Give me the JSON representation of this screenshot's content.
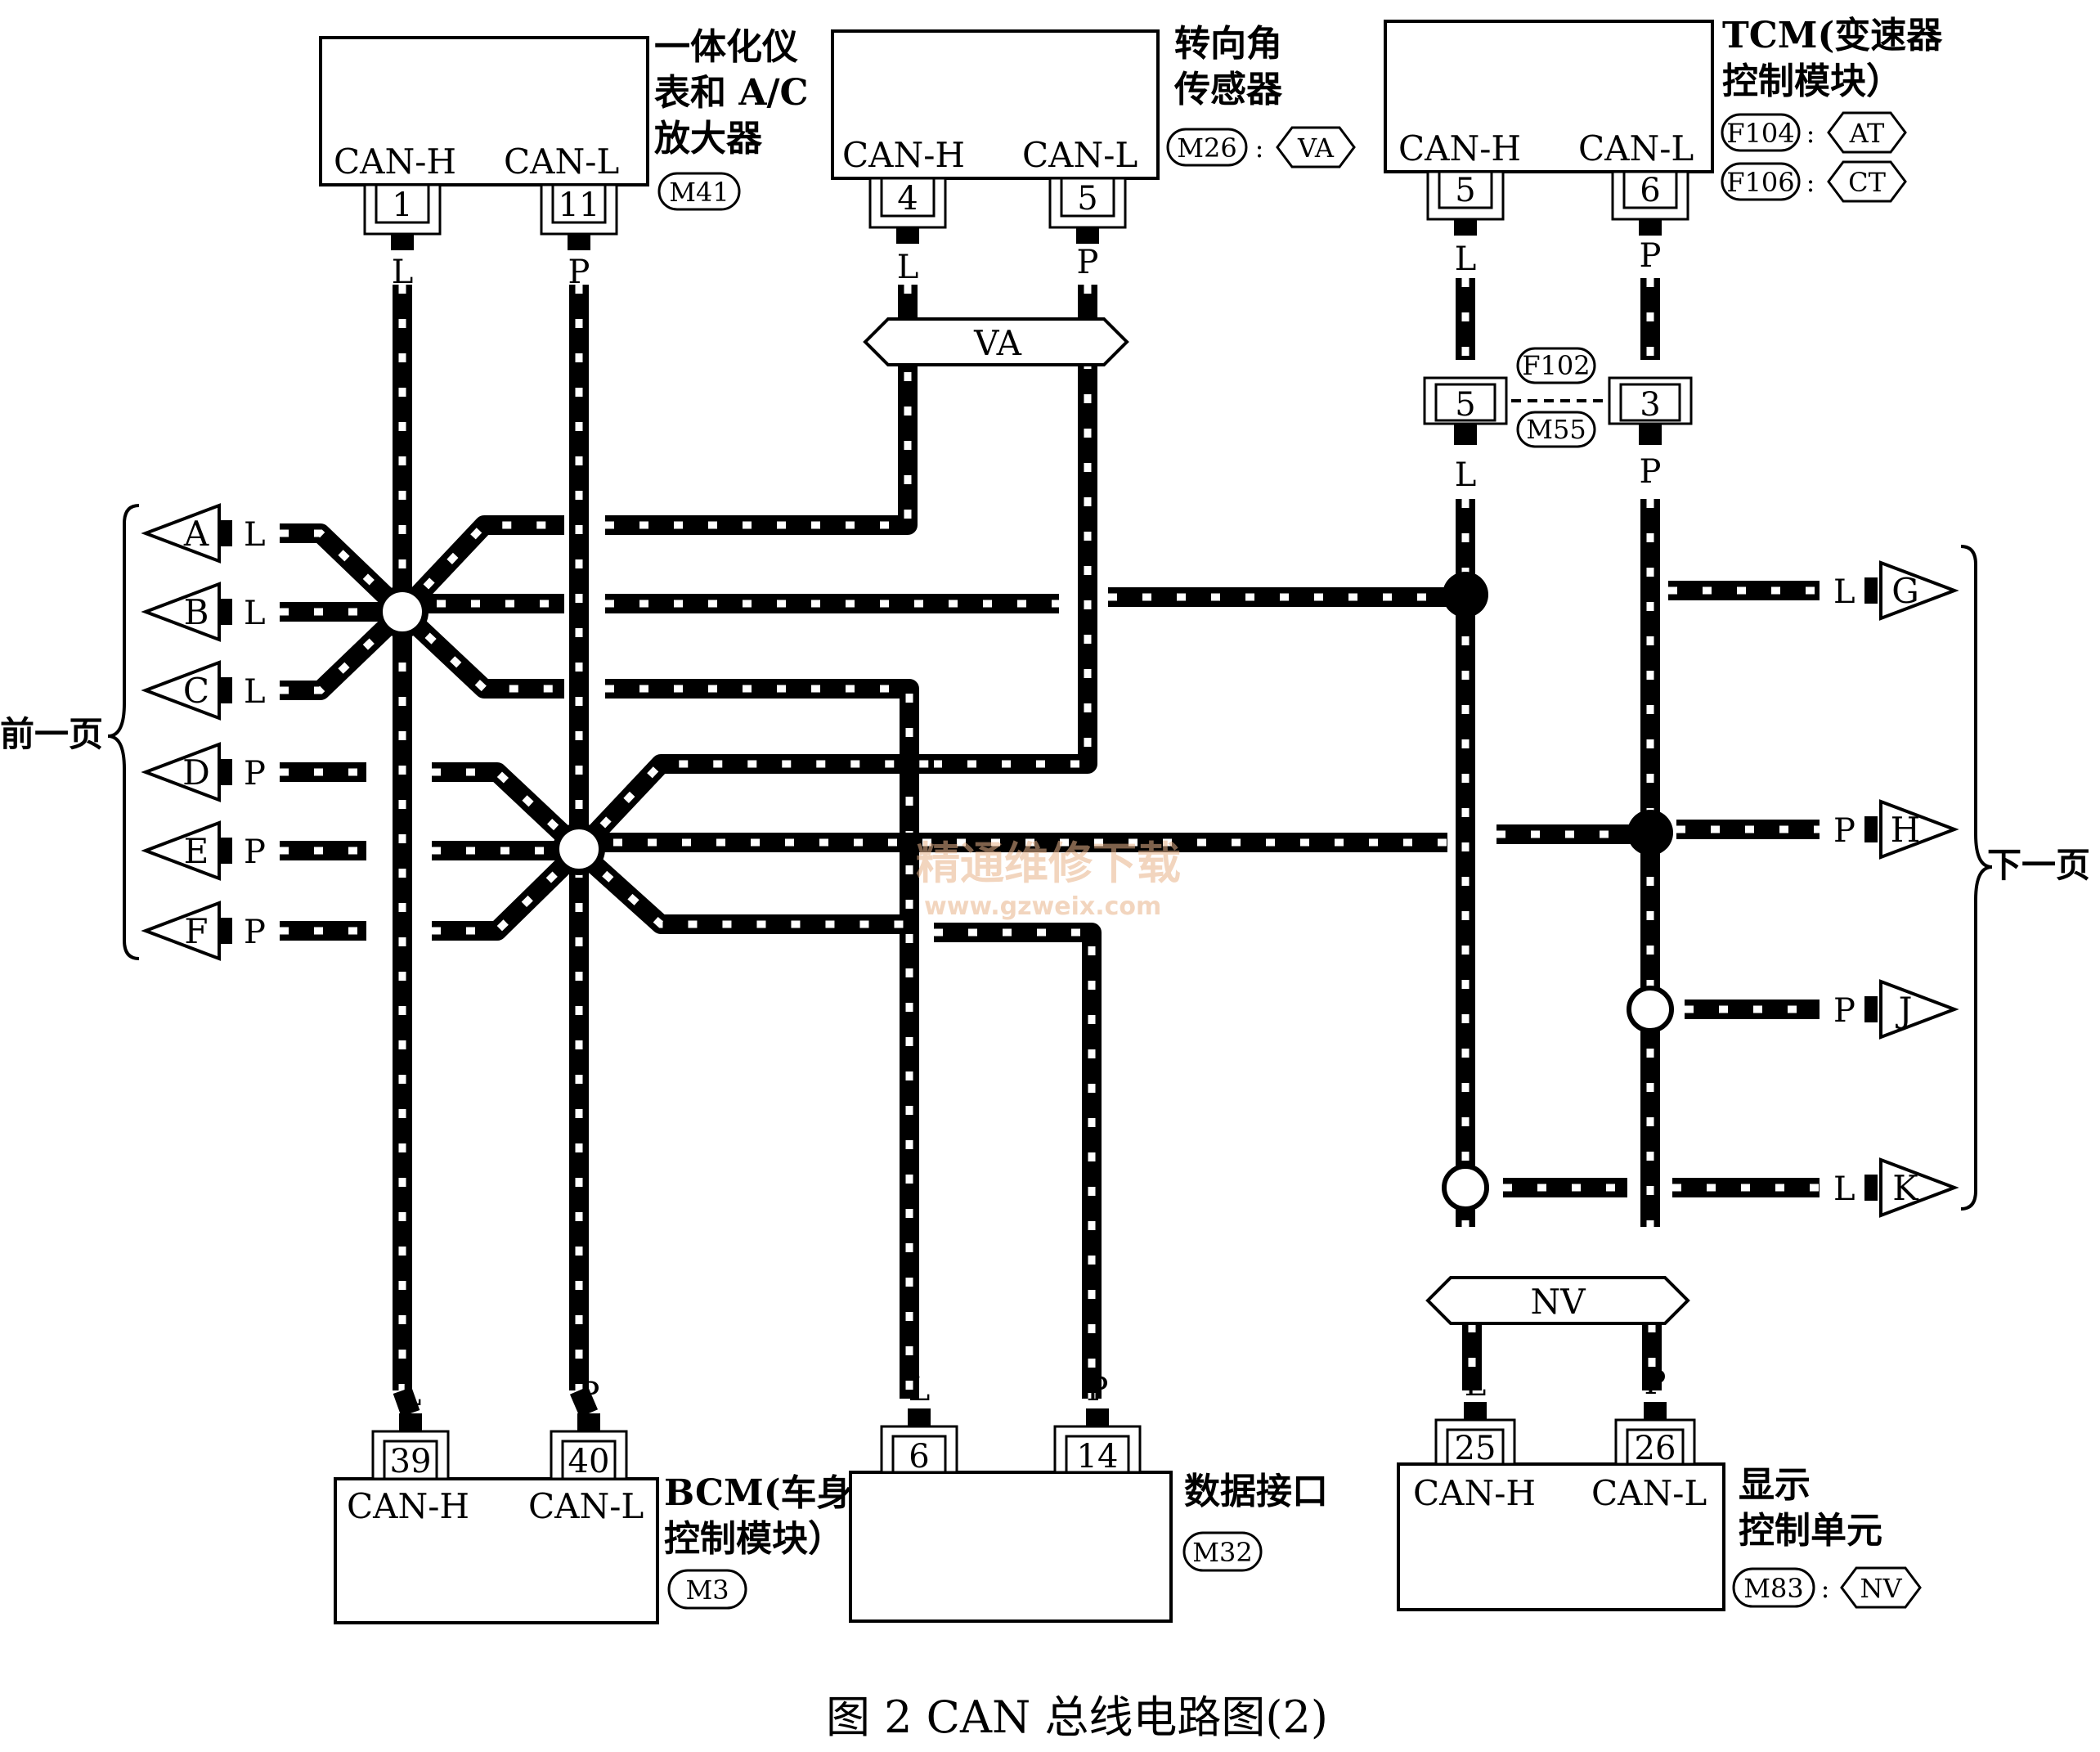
{
  "modules": {
    "meter": {
      "name_lines": [
        "一体化仪",
        "表和 A/C",
        "放大器"
      ],
      "code": "M41",
      "pins": [
        "1",
        "11"
      ],
      "can_h": "CAN-H",
      "can_l": "CAN-L"
    },
    "steering": {
      "name_lines": [
        "转向角",
        "传感器"
      ],
      "code": "M26",
      "link": "VA",
      "pins": [
        "4",
        "5"
      ],
      "can_h": "CAN-H",
      "can_l": "CAN-L"
    },
    "tcm": {
      "name_lines": [
        "TCM(变速器",
        "控制模块）"
      ],
      "codes": [
        "F104",
        "F106"
      ],
      "links": [
        "AT",
        "CT"
      ],
      "pins": [
        "5",
        "6"
      ],
      "can_h": "CAN-H",
      "can_l": "CAN-L"
    },
    "bcm": {
      "name_lines": [
        "BCM(车身",
        "控制模块）"
      ],
      "code": "M3",
      "pins": [
        "39",
        "40"
      ],
      "can_h": "CAN-H",
      "can_l": "CAN-L"
    },
    "dlc": {
      "name_lines": [
        "数据接口"
      ],
      "code": "M32",
      "pins": [
        "6",
        "14"
      ]
    },
    "display": {
      "name_lines": [
        "显示",
        "控制单元"
      ],
      "code": "M83",
      "link": "NV",
      "pins": [
        "25",
        "26"
      ],
      "can_h": "CAN-H",
      "can_l": "CAN-L"
    }
  },
  "inline_connector": {
    "codes": [
      "F102",
      "M55"
    ],
    "pins": [
      "5",
      "3"
    ]
  },
  "wire_colors": {
    "high": "L",
    "low": "P"
  },
  "bus_labels": {
    "va": "VA",
    "nv": "NV"
  },
  "left_arrows": [
    {
      "letter": "A",
      "color": "L"
    },
    {
      "letter": "B",
      "color": "L"
    },
    {
      "letter": "C",
      "color": "L"
    },
    {
      "letter": "D",
      "color": "P"
    },
    {
      "letter": "E",
      "color": "P"
    },
    {
      "letter": "F",
      "color": "P"
    }
  ],
  "right_arrows": [
    {
      "letter": "G",
      "color": "L"
    },
    {
      "letter": "H",
      "color": "P"
    },
    {
      "letter": "J",
      "color": "P"
    },
    {
      "letter": "K",
      "color": "L"
    }
  ],
  "side_labels": {
    "prev": "前一页",
    "next": "下一页"
  },
  "caption": "图 2  CAN 总线电路图(2)",
  "watermark": {
    "cn": "精通维修下载",
    "url": "www.gzweix.com"
  }
}
